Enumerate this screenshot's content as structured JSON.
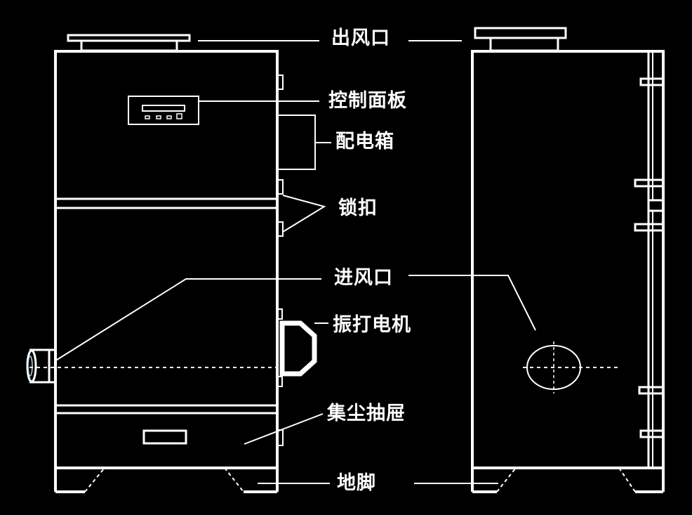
{
  "labels": {
    "outlet": "出风口",
    "control_panel": "控制面板",
    "electric_box": "配电箱",
    "latch": "锁扣",
    "inlet": "进风口",
    "vibration_motor": "振打电机",
    "dust_drawer": "集尘抽屉",
    "feet": "地脚"
  },
  "colors": {
    "background": "#000000",
    "line": "#ffffff"
  }
}
